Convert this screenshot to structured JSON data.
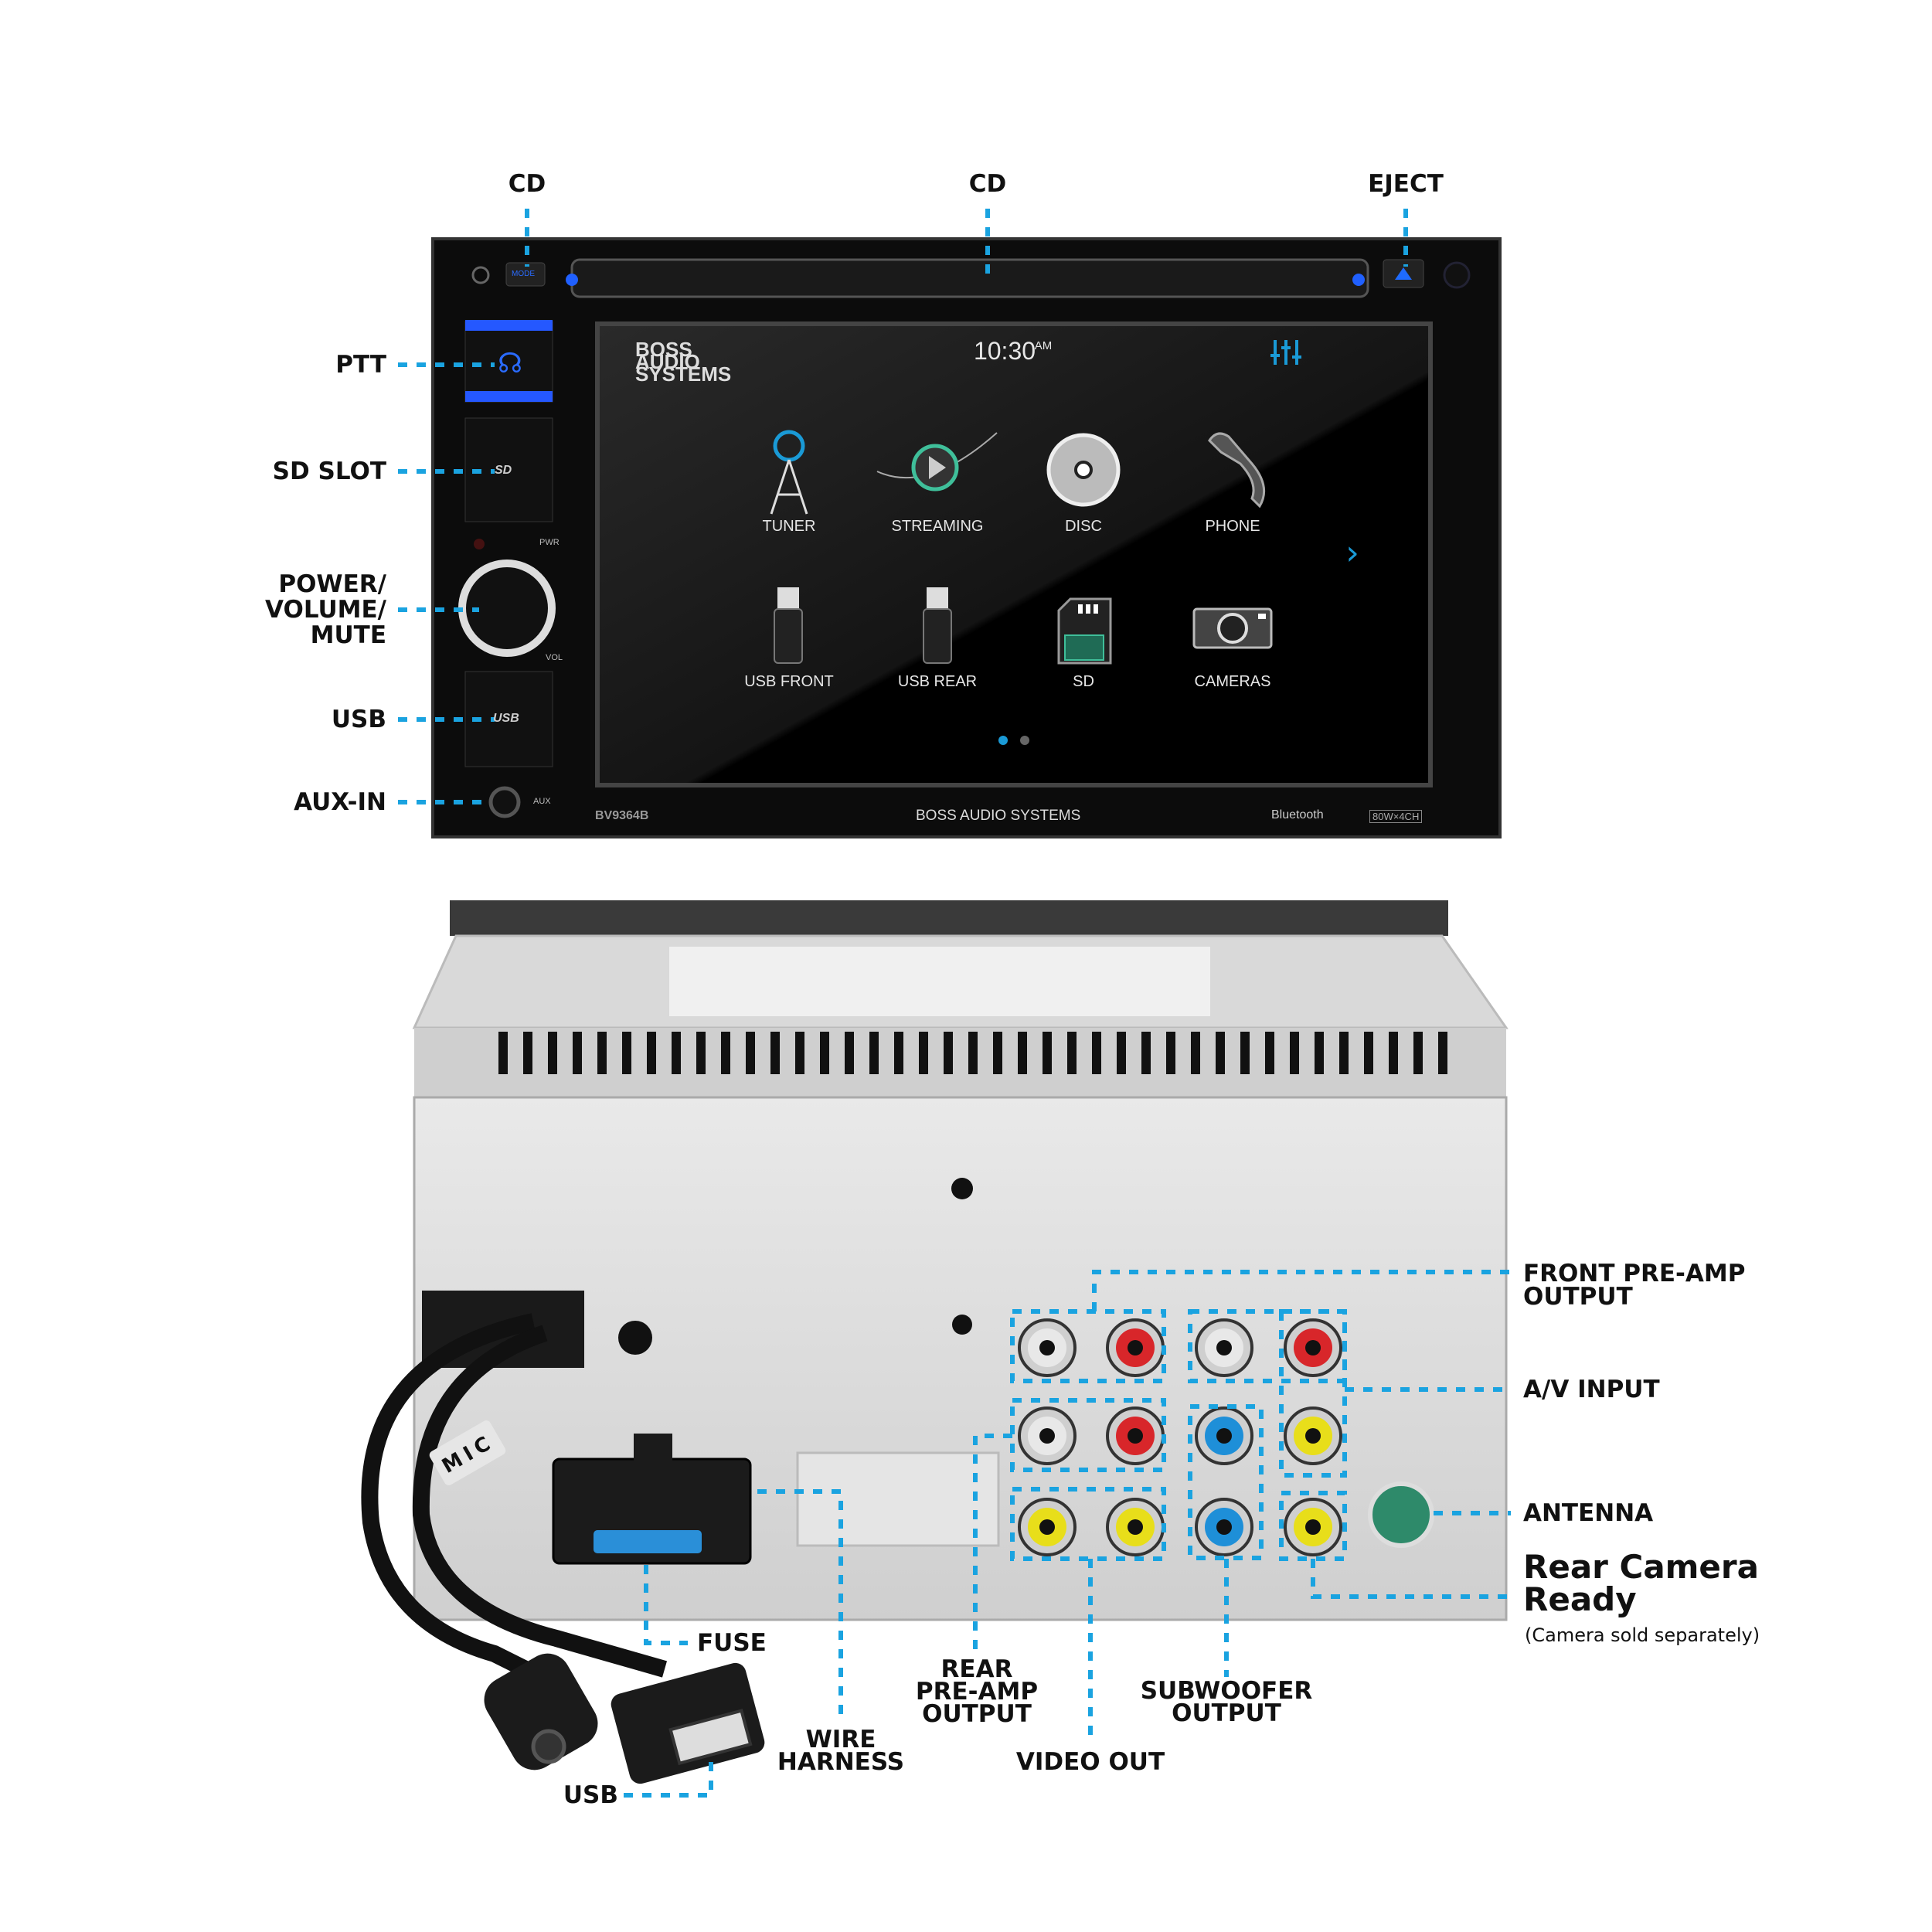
{
  "front_callouts": {
    "cd_left": "CD",
    "cd_center": "CD",
    "eject": "EJECT",
    "ptt": "PTT",
    "sd_slot": "SD SLOT",
    "power": "POWER/\nVOLUME/\nMUTE",
    "usb": "USB",
    "aux_in": "AUX-IN"
  },
  "faceplate": {
    "mode_button": "MODE",
    "pwr": "PWR",
    "vol": "VOL",
    "aux": "AUX",
    "sd_mark": "SD",
    "usb_mark": "USB",
    "model": "BV9364B",
    "brand": "BOSS AUDIO SYSTEMS",
    "bluetooth": "Bluetooth",
    "power_rating": "80W×4CH"
  },
  "screen": {
    "logo": "BOSS AUDIO SYSTEMS",
    "time": "10:30",
    "ampm": "AM",
    "row1": [
      {
        "label": "TUNER",
        "icon": "antenna-tower-icon"
      },
      {
        "label": "STREAMING",
        "icon": "play-stream-icon"
      },
      {
        "label": "DISC",
        "icon": "disc-icon"
      },
      {
        "label": "PHONE",
        "icon": "phone-icon"
      }
    ],
    "row2": [
      {
        "label": "USB FRONT",
        "icon": "usb-drive-icon"
      },
      {
        "label": "USB REAR",
        "icon": "usb-drive-icon"
      },
      {
        "label": "SD",
        "icon": "sd-card-icon"
      },
      {
        "label": "CAMERAS",
        "icon": "camera-icon"
      }
    ],
    "page_indicator": {
      "current": 1,
      "total": 2
    },
    "accent_color": "#1a9ad6"
  },
  "rear_callouts": {
    "front_preamp": "FRONT PRE-AMP\nOUTPUT",
    "av_input": "A/V INPUT",
    "antenna": "ANTENNA",
    "rear_camera_title": "Rear Camera\nReady",
    "rear_camera_note": "(Camera sold separately)",
    "fuse": "FUSE",
    "rear_preamp": "REAR\nPRE-AMP\nOUTPUT",
    "wire_harness": "WIRE\nHARNESS",
    "video_out": "VIDEO OUT",
    "subwoofer": "SUBWOOFER\nOUTPUT",
    "usb": "USB",
    "mic_tag": "MIC"
  },
  "colors": {
    "leader_line": "#1aa3e0",
    "rca_white": "#e8e8e8",
    "rca_red": "#d8262a",
    "rca_blue": "#1e8fd8",
    "rca_yellow": "#e8de1a",
    "antenna_green": "#2e8a6a"
  }
}
